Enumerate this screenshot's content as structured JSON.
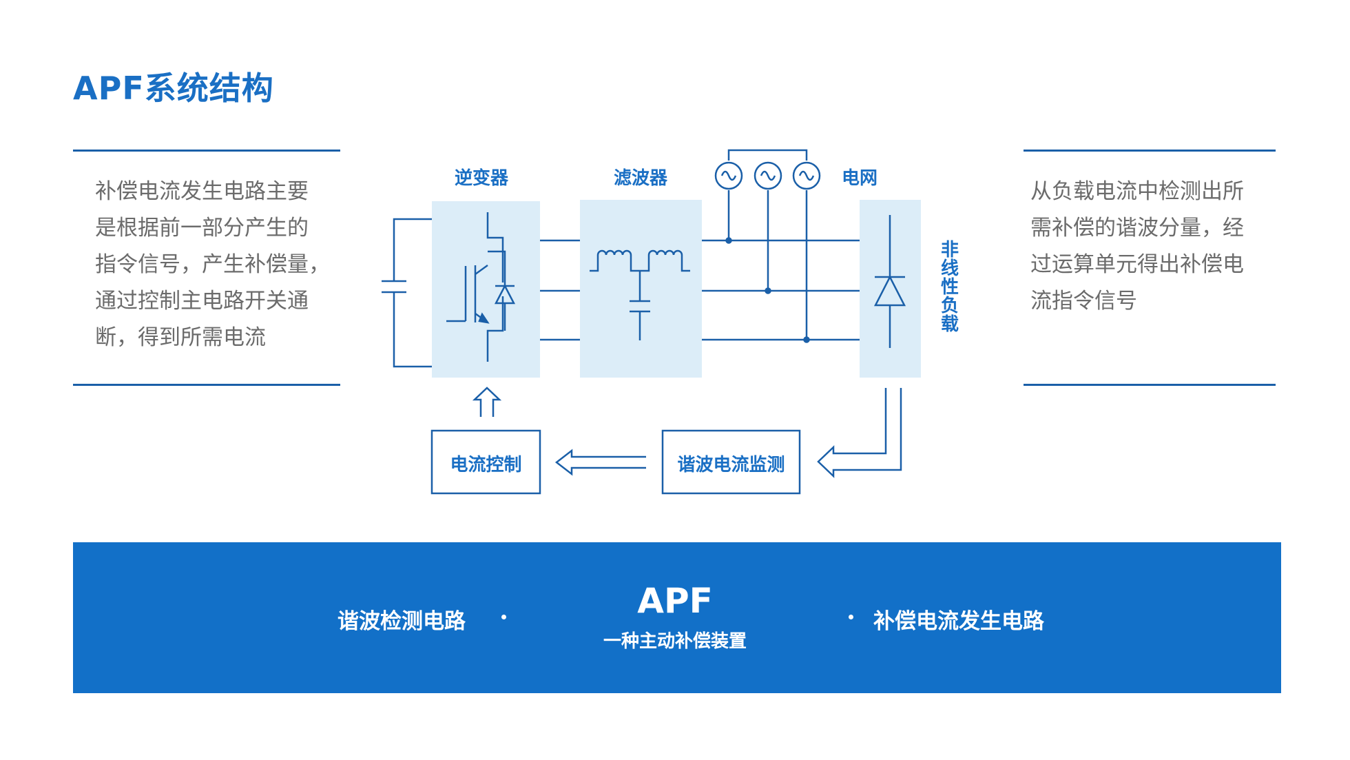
{
  "title": "APF系统结构",
  "left_text": {
    "lines": [
      "补偿电流发生电路主要",
      "是根据前一部分产生的",
      "指令信号，产生补偿量，",
      "通过控制主电路开关通",
      "断，得到所需电流"
    ]
  },
  "right_text": {
    "lines": [
      "从负载电流中检测出所",
      "需补偿的谐波分量，经",
      "过运算单元得出补偿电",
      "流指令信号"
    ]
  },
  "diagram": {
    "inverter_label": "逆变器",
    "filter_label": "滤波器",
    "grid_label": "电网",
    "load_label": "非线性负载",
    "current_control_label": "电流控制",
    "harmonic_monitor_label": "谐波电流监测"
  },
  "bottom_band": {
    "left_label": "谐波检测电路",
    "center_title": "APF",
    "center_subtitle": "一种主动补偿装置",
    "right_label": "补偿电流发生电路"
  },
  "colors": {
    "accent": "#1a6fc4",
    "line": "#1a5fa8",
    "box_fill": "#dcedf8",
    "band": "#1270c8",
    "body_text": "#6b6b6b"
  }
}
